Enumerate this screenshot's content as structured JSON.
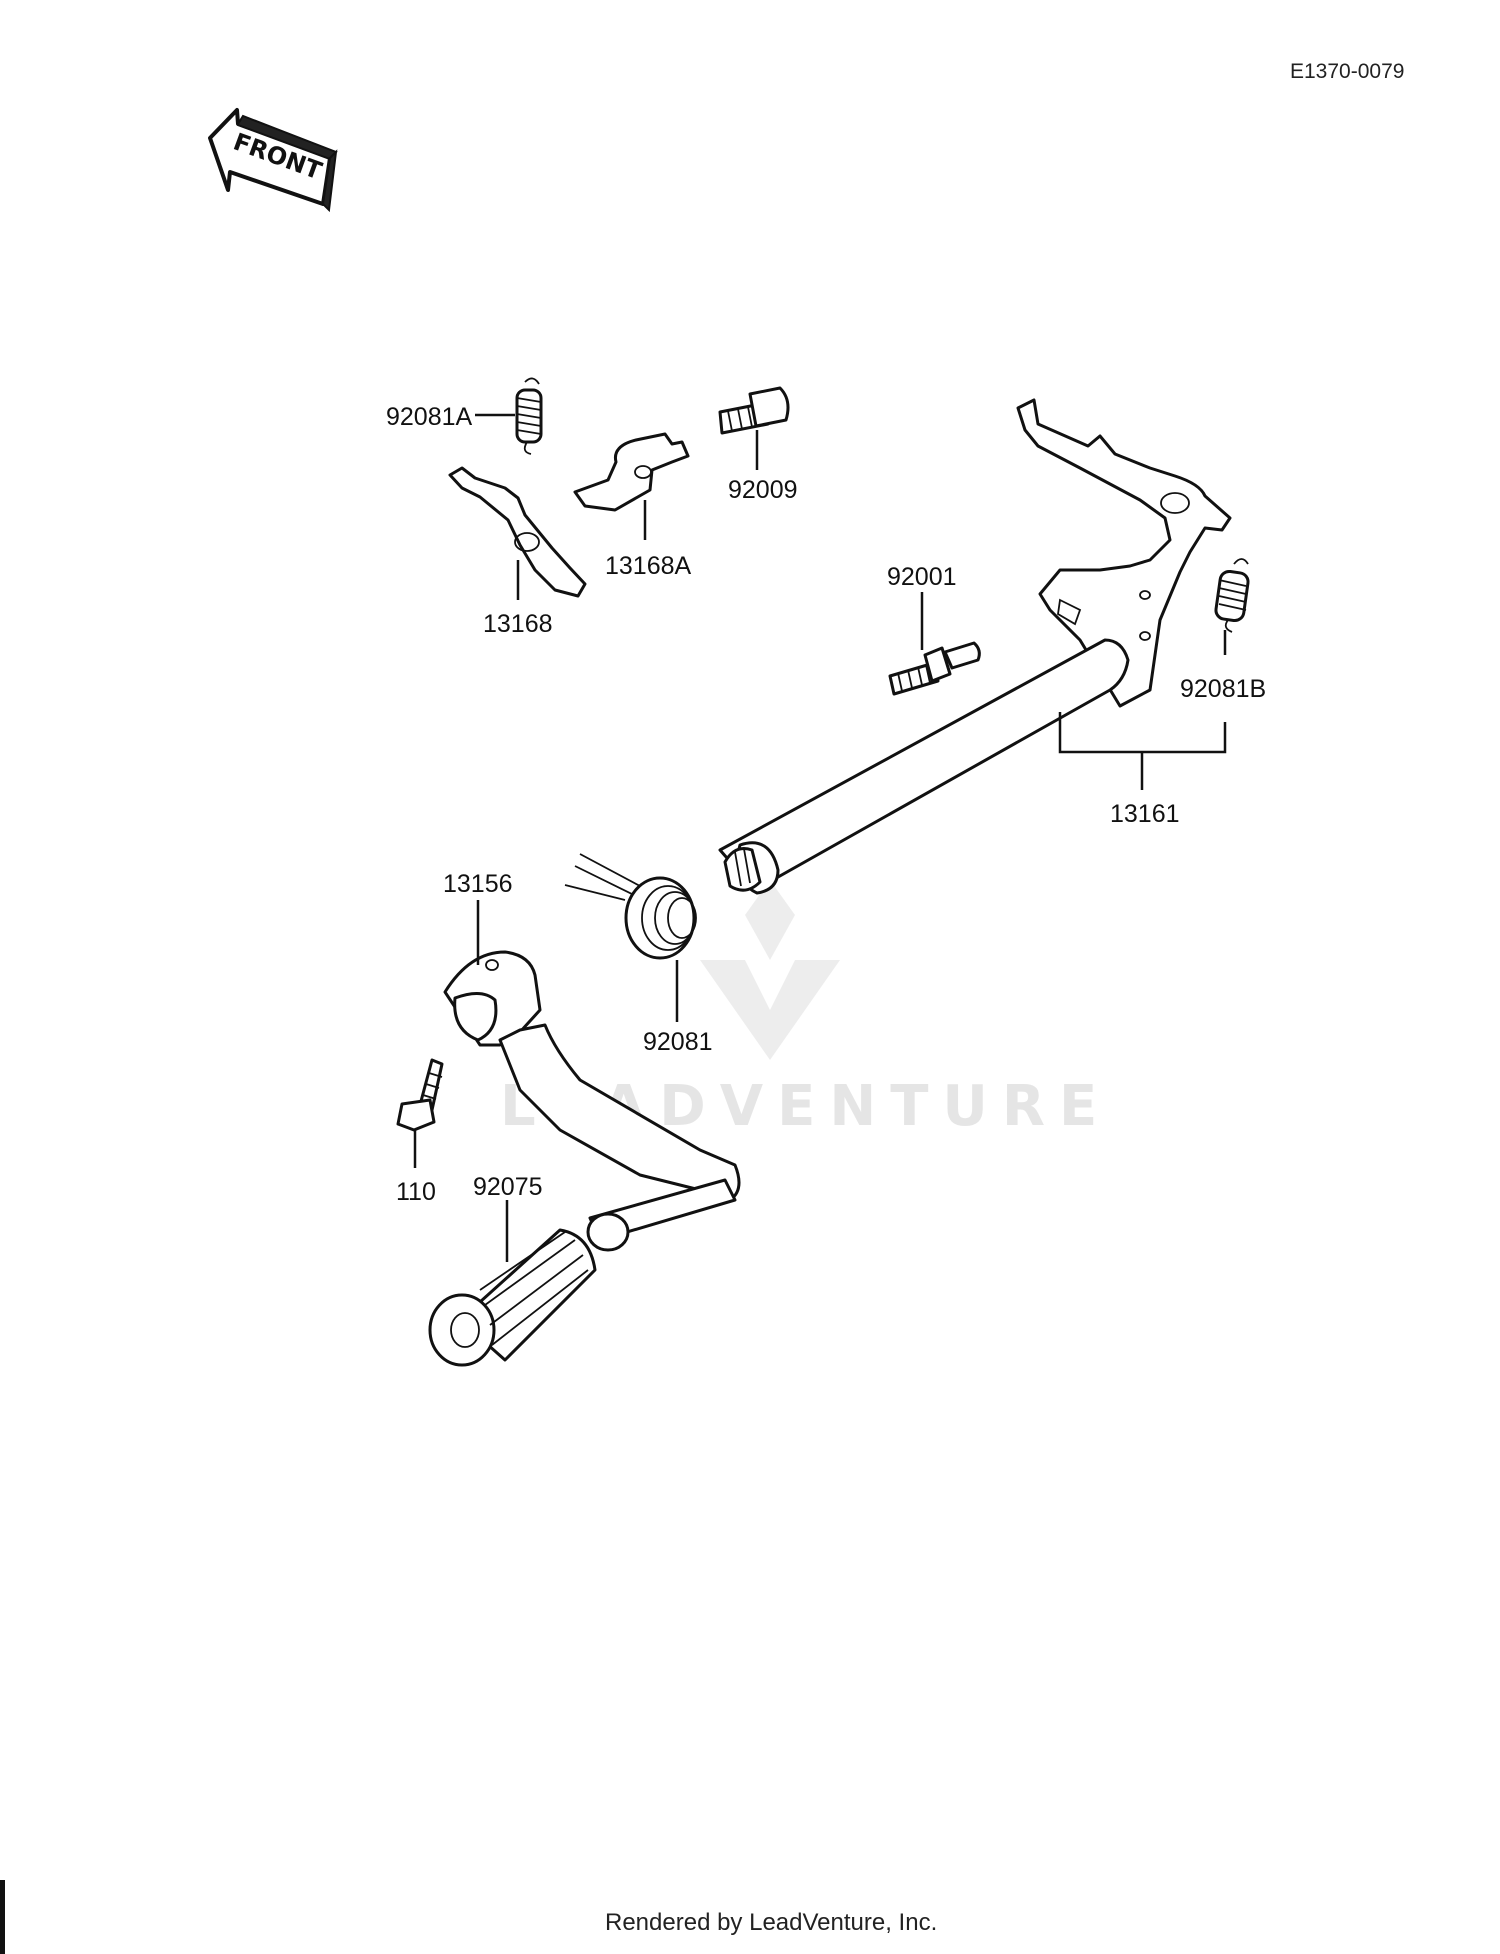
{
  "ref_code": "E1370-0079",
  "front_label": "FRONT",
  "watermark": "LEADVENTURE",
  "footer": "Rendered by LeadVenture, Inc.",
  "parts": [
    {
      "id": "92081A",
      "label": "92081A"
    },
    {
      "id": "92009",
      "label": "92009"
    },
    {
      "id": "13168A",
      "label": "13168A"
    },
    {
      "id": "13168",
      "label": "13168"
    },
    {
      "id": "92001",
      "label": "92001"
    },
    {
      "id": "92081B",
      "label": "92081B"
    },
    {
      "id": "13161",
      "label": "13161"
    },
    {
      "id": "13156",
      "label": "13156"
    },
    {
      "id": "92081",
      "label": "92081"
    },
    {
      "id": "110",
      "label": "110"
    },
    {
      "id": "92075",
      "label": "92075"
    }
  ]
}
